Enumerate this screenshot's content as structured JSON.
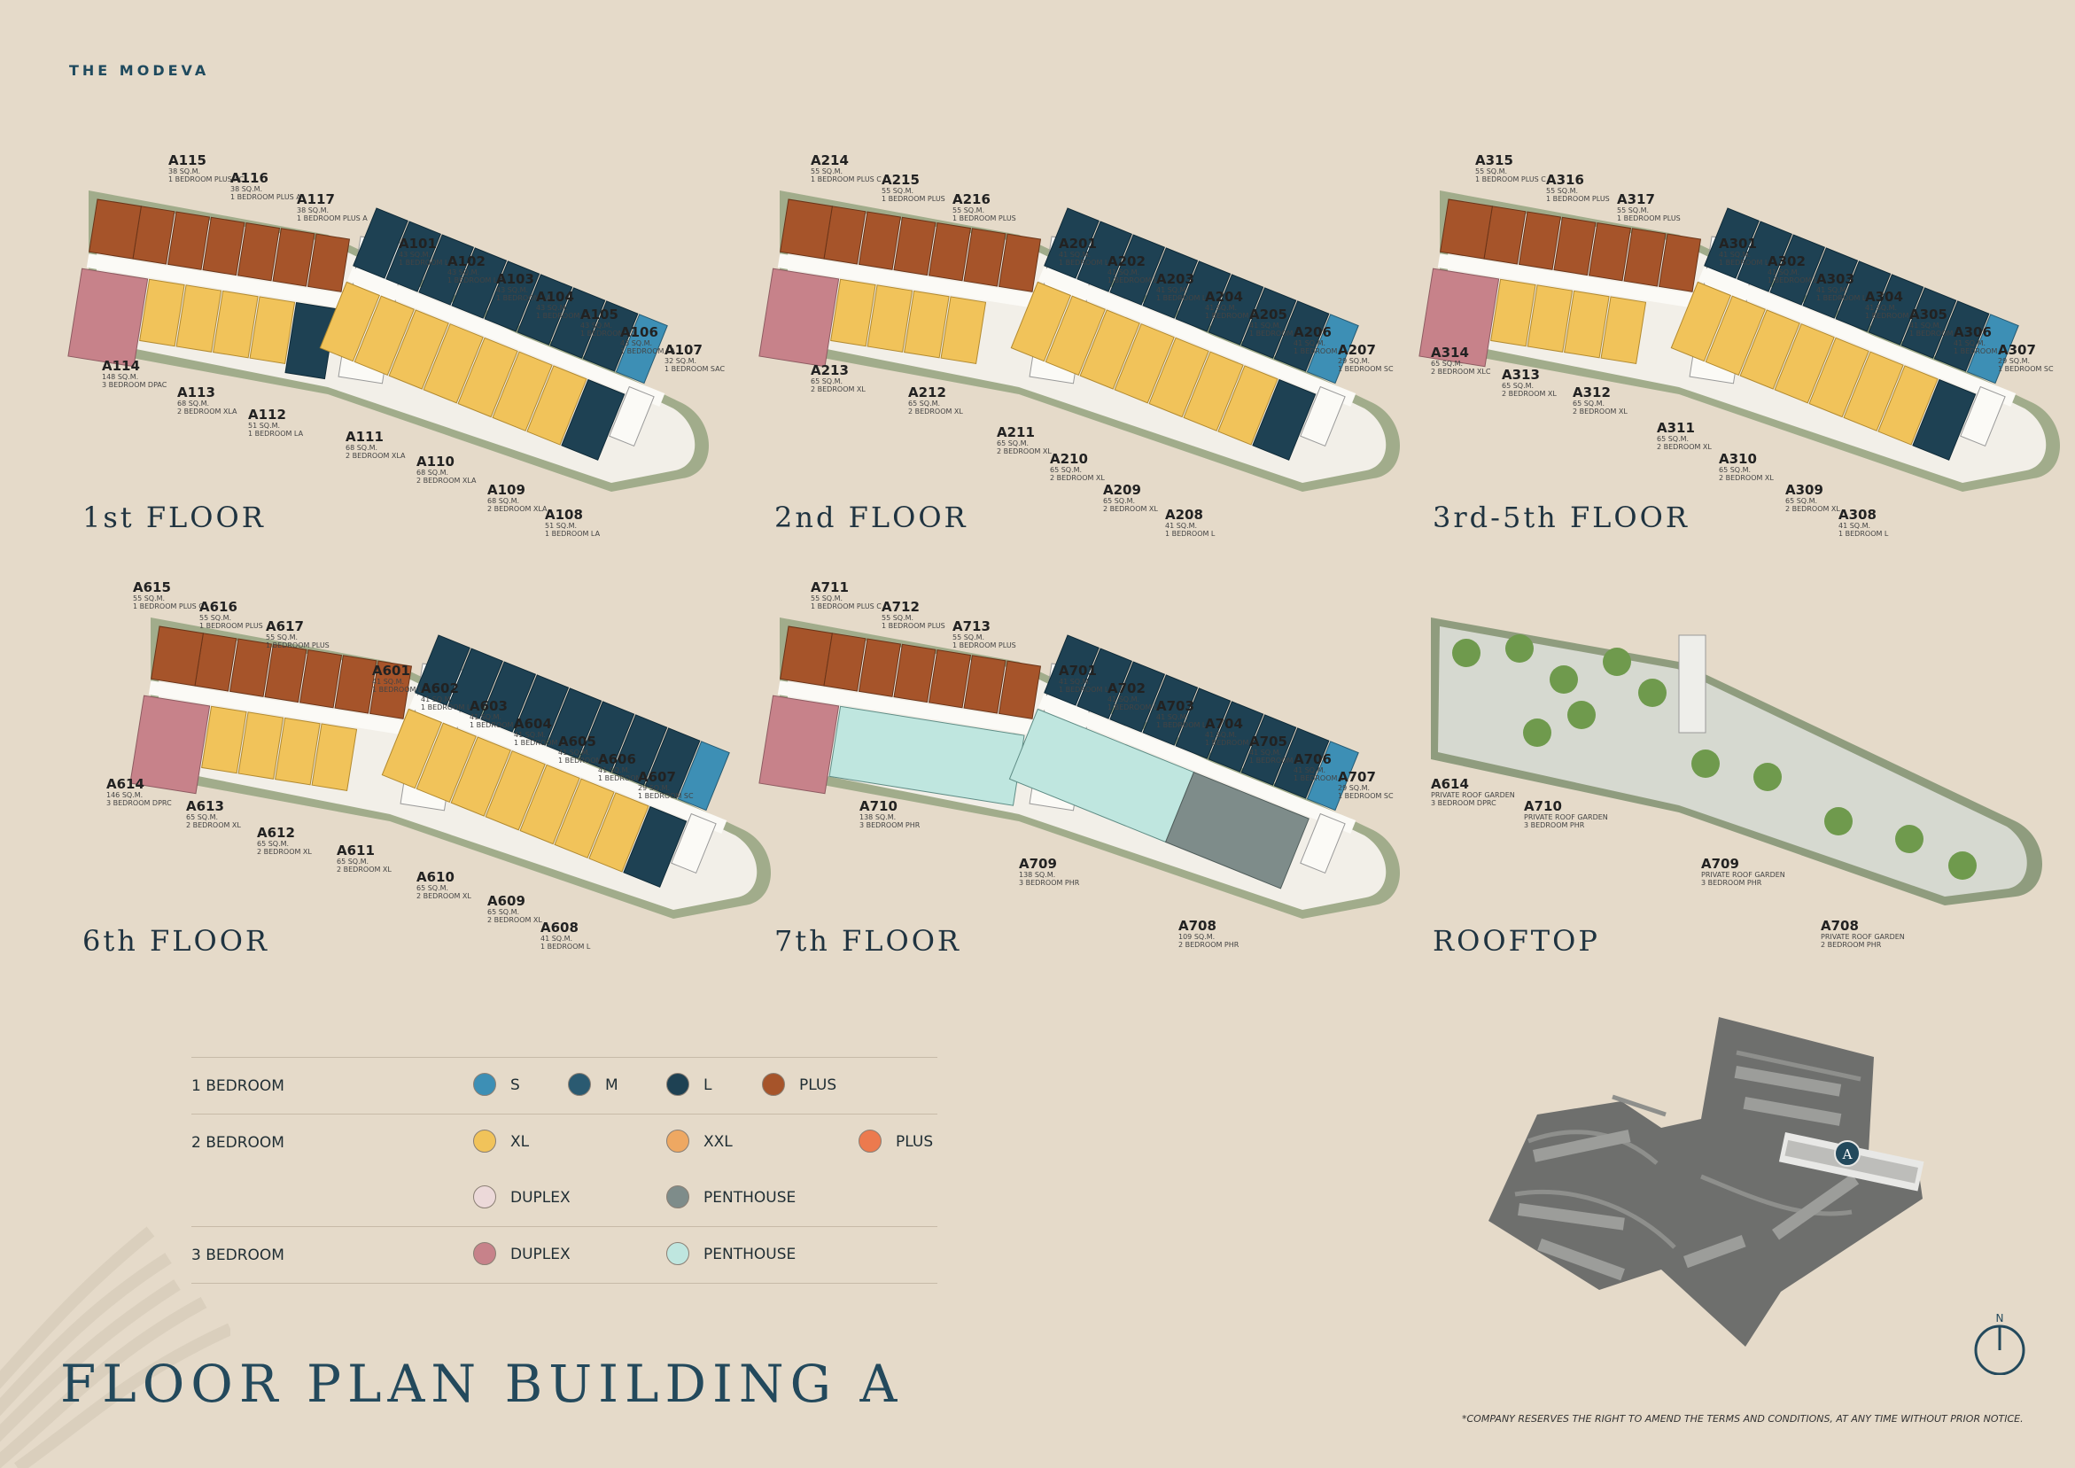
{
  "brand": "THE MODEVA",
  "title": "FLOOR PLAN BUILDING A",
  "note": "*COMPANY RESERVES THE RIGHT TO AMEND THE TERMS AND CONDITIONS, AT ANY TIME WITHOUT PRIOR NOTICE.",
  "compass_label": "N",
  "site_marker": "A",
  "colors": {
    "s": "#3d8fb5",
    "m": "#2a5a71",
    "l": "#1e4153",
    "plus1": "#a6542a",
    "xl": "#f1c35a",
    "xxl": "#eea862",
    "plus2": "#ec7a4e",
    "duplex2": "#ecd9d9",
    "penthouse2": "#7e8c8a",
    "duplex3": "#c7828a",
    "penthouse3": "#bfe6df",
    "background": "#e5dac9",
    "navy": "#23495c"
  },
  "floors": [
    {
      "label": "1st FLOOR",
      "units": [
        {
          "id": "A115",
          "a": "38 SQ.M.",
          "t": "1 BEDROOM PLUS AC"
        },
        {
          "id": "A116",
          "a": "38 SQ.M.",
          "t": "1 BEDROOM PLUS A"
        },
        {
          "id": "A117",
          "a": "38 SQ.M.",
          "t": "1 BEDROOM PLUS A"
        },
        {
          "id": "A101",
          "a": "43 SQ.M.",
          "t": "1 BEDROOM LA"
        },
        {
          "id": "A102",
          "a": "43 SQ.M.",
          "t": "1 BEDROOM LA"
        },
        {
          "id": "A103",
          "a": "43 SQ.M.",
          "t": "1 BEDROOM LA"
        },
        {
          "id": "A104",
          "a": "43 SQ.M.",
          "t": "1 BEDROOM LA"
        },
        {
          "id": "A105",
          "a": "43 SQ.M.",
          "t": "1 BEDROOM LA"
        },
        {
          "id": "A106",
          "a": "43 SQ.M.",
          "t": "1 BEDROOM LA"
        },
        {
          "id": "A107",
          "a": "32 SQ.M.",
          "t": "1 BEDROOM SAC"
        },
        {
          "id": "A114",
          "a": "148 SQ.M.",
          "t": "3 BEDROOM DPAC"
        },
        {
          "id": "A113",
          "a": "68 SQ.M.",
          "t": "2 BEDROOM XLA"
        },
        {
          "id": "A112",
          "a": "51 SQ.M.",
          "t": "1 BEDROOM LA"
        },
        {
          "id": "A111",
          "a": "68 SQ.M.",
          "t": "2 BEDROOM XLA"
        },
        {
          "id": "A110",
          "a": "68 SQ.M.",
          "t": "2 BEDROOM XLA"
        },
        {
          "id": "A109",
          "a": "68 SQ.M.",
          "t": "2 BEDROOM XLA"
        },
        {
          "id": "A108",
          "a": "51 SQ.M.",
          "t": "1 BEDROOM LA"
        }
      ]
    },
    {
      "label": "2nd FLOOR",
      "units": [
        {
          "id": "A214",
          "a": "55 SQ.M.",
          "t": "1 BEDROOM PLUS C"
        },
        {
          "id": "A215",
          "a": "55 SQ.M.",
          "t": "1 BEDROOM PLUS"
        },
        {
          "id": "A216",
          "a": "55 SQ.M.",
          "t": "1 BEDROOM PLUS"
        },
        {
          "id": "A201",
          "a": "41 SQ.M.",
          "t": "1 BEDROOM L"
        },
        {
          "id": "A202",
          "a": "41 SQ.M.",
          "t": "1 BEDROOM L"
        },
        {
          "id": "A203",
          "a": "41 SQ.M.",
          "t": "1 BEDROOM L"
        },
        {
          "id": "A204",
          "a": "41 SQ.M.",
          "t": "1 BEDROOM L"
        },
        {
          "id": "A205",
          "a": "41 SQ.M.",
          "t": "1 BEDROOM L"
        },
        {
          "id": "A206",
          "a": "41 SQ.M.",
          "t": "1 BEDROOM L"
        },
        {
          "id": "A207",
          "a": "29 SQ.M.",
          "t": "1 BEDROOM SC"
        },
        {
          "id": "A213",
          "a": "65 SQ.M.",
          "t": "2 BEDROOM XL"
        },
        {
          "id": "A212",
          "a": "65 SQ.M.",
          "t": "2 BEDROOM XL"
        },
        {
          "id": "A211",
          "a": "65 SQ.M.",
          "t": "2 BEDROOM XL"
        },
        {
          "id": "A210",
          "a": "65 SQ.M.",
          "t": "2 BEDROOM XL"
        },
        {
          "id": "A209",
          "a": "65 SQ.M.",
          "t": "2 BEDROOM XL"
        },
        {
          "id": "A208",
          "a": "41 SQ.M.",
          "t": "1 BEDROOM L"
        }
      ]
    },
    {
      "label": "3rd-5th FLOOR",
      "units": [
        {
          "id": "A315",
          "a": "55 SQ.M.",
          "t": "1 BEDROOM PLUS C"
        },
        {
          "id": "A316",
          "a": "55 SQ.M.",
          "t": "1 BEDROOM PLUS"
        },
        {
          "id": "A317",
          "a": "55 SQ.M.",
          "t": "1 BEDROOM PLUS"
        },
        {
          "id": "A301",
          "a": "41 SQ.M.",
          "t": "1 BEDROOM L"
        },
        {
          "id": "A302",
          "a": "41 SQ.M.",
          "t": "1 BEDROOM L"
        },
        {
          "id": "A303",
          "a": "41 SQ.M.",
          "t": "1 BEDROOM L"
        },
        {
          "id": "A304",
          "a": "41 SQ.M.",
          "t": "1 BEDROOM L"
        },
        {
          "id": "A305",
          "a": "41 SQ.M.",
          "t": "1 BEDROOM L"
        },
        {
          "id": "A306",
          "a": "41 SQ.M.",
          "t": "1 BEDROOM L"
        },
        {
          "id": "A307",
          "a": "29 SQ.M.",
          "t": "1 BEDROOM SC"
        },
        {
          "id": "A314",
          "a": "65 SQ.M.",
          "t": "2 BEDROOM XLC"
        },
        {
          "id": "A313",
          "a": "65 SQ.M.",
          "t": "2 BEDROOM XL"
        },
        {
          "id": "A312",
          "a": "65 SQ.M.",
          "t": "2 BEDROOM XL"
        },
        {
          "id": "A311",
          "a": "65 SQ.M.",
          "t": "2 BEDROOM XL"
        },
        {
          "id": "A310",
          "a": "65 SQ.M.",
          "t": "2 BEDROOM XL"
        },
        {
          "id": "A309",
          "a": "65 SQ.M.",
          "t": "2 BEDROOM XL"
        },
        {
          "id": "A308",
          "a": "41 SQ.M.",
          "t": "1 BEDROOM L"
        }
      ]
    },
    {
      "label": "6th FLOOR",
      "units": [
        {
          "id": "A615",
          "a": "55 SQ.M.",
          "t": "1 BEDROOM PLUS C"
        },
        {
          "id": "A616",
          "a": "55 SQ.M.",
          "t": "1 BEDROOM PLUS"
        },
        {
          "id": "A617",
          "a": "55 SQ.M.",
          "t": "1 BEDROOM PLUS"
        },
        {
          "id": "A601",
          "a": "41 SQ.M.",
          "t": "1 BEDROOM L"
        },
        {
          "id": "A602",
          "a": "41 SQ.M.",
          "t": "1 BEDROOM L"
        },
        {
          "id": "A603",
          "a": "41 SQ.M.",
          "t": "1 BEDROOM L"
        },
        {
          "id": "A604",
          "a": "41 SQ.M.",
          "t": "1 BEDROOM L"
        },
        {
          "id": "A605",
          "a": "41 SQ.M.",
          "t": "1 BEDROOM L"
        },
        {
          "id": "A606",
          "a": "41 SQ.M.",
          "t": "1 BEDROOM L"
        },
        {
          "id": "A607",
          "a": "29 SQ.M.",
          "t": "1 BEDROOM SC"
        },
        {
          "id": "A614",
          "a": "146 SQ.M.",
          "t": "3 BEDROOM DPRC"
        },
        {
          "id": "A613",
          "a": "65 SQ.M.",
          "t": "2 BEDROOM XL"
        },
        {
          "id": "A612",
          "a": "65 SQ.M.",
          "t": "2 BEDROOM XL"
        },
        {
          "id": "A611",
          "a": "65 SQ.M.",
          "t": "2 BEDROOM XL"
        },
        {
          "id": "A610",
          "a": "65 SQ.M.",
          "t": "2 BEDROOM XL"
        },
        {
          "id": "A609",
          "a": "65 SQ.M.",
          "t": "2 BEDROOM XL"
        },
        {
          "id": "A608",
          "a": "41 SQ.M.",
          "t": "1 BEDROOM L"
        }
      ]
    },
    {
      "label": "7th FLOOR",
      "units": [
        {
          "id": "A711",
          "a": "55 SQ.M.",
          "t": "1 BEDROOM PLUS C"
        },
        {
          "id": "A712",
          "a": "55 SQ.M.",
          "t": "1 BEDROOM PLUS"
        },
        {
          "id": "A713",
          "a": "55 SQ.M.",
          "t": "1 BEDROOM PLUS"
        },
        {
          "id": "A701",
          "a": "41 SQ.M.",
          "t": "1 BEDROOM L"
        },
        {
          "id": "A702",
          "a": "41 SQ.M.",
          "t": "1 BEDROOM L"
        },
        {
          "id": "A703",
          "a": "41 SQ.M.",
          "t": "1 BEDROOM L"
        },
        {
          "id": "A704",
          "a": "41 SQ.M.",
          "t": "1 BEDROOM L"
        },
        {
          "id": "A705",
          "a": "41 SQ.M.",
          "t": "1 BEDROOM L"
        },
        {
          "id": "A706",
          "a": "41 SQ.M.",
          "t": "1 BEDROOM L"
        },
        {
          "id": "A707",
          "a": "29 SQ.M.",
          "t": "1 BEDROOM SC"
        },
        {
          "id": "A710",
          "a": "138 SQ.M.",
          "t": "3 BEDROOM PHR"
        },
        {
          "id": "A709",
          "a": "138 SQ.M.",
          "t": "3 BEDROOM PHR"
        },
        {
          "id": "A708",
          "a": "109 SQ.M.",
          "t": "2 BEDROOM PHR"
        }
      ]
    },
    {
      "label": "ROOFTOP",
      "units": [
        {
          "id": "A614",
          "a": "PRIVATE ROOF GARDEN",
          "t": "3 BEDROOM DPRC"
        },
        {
          "id": "A710",
          "a": "PRIVATE ROOF GARDEN",
          "t": "3 BEDROOM PHR"
        },
        {
          "id": "A709",
          "a": "PRIVATE ROOF GARDEN",
          "t": "3 BEDROOM PHR"
        },
        {
          "id": "A708",
          "a": "PRIVATE ROOF GARDEN",
          "t": "2 BEDROOM PHR"
        }
      ]
    }
  ],
  "legend": {
    "rows": [
      {
        "category": "1 BEDROOM",
        "items": [
          {
            "label": "S",
            "color": "#3d8fb5"
          },
          {
            "label": "M",
            "color": "#2a5a71"
          },
          {
            "label": "L",
            "color": "#1e4153"
          },
          {
            "label": "PLUS",
            "color": "#a6542a"
          }
        ]
      },
      {
        "category": "2 BEDROOM",
        "items": [
          {
            "label": "XL",
            "color": "#f1c35a"
          },
          {
            "label": "XXL",
            "color": "#eea862"
          },
          {
            "label": "PLUS",
            "color": "#ec7a4e"
          }
        ]
      },
      {
        "category": "",
        "items": [
          {
            "label": "DUPLEX",
            "color": "#ecd9d9"
          },
          {
            "label": "PENTHOUSE",
            "color": "#7e8c8a"
          }
        ]
      },
      {
        "category": "3 BEDROOM",
        "items": [
          {
            "label": "DUPLEX",
            "color": "#c7828a"
          },
          {
            "label": "PENTHOUSE",
            "color": "#bfe6df"
          }
        ]
      }
    ]
  }
}
